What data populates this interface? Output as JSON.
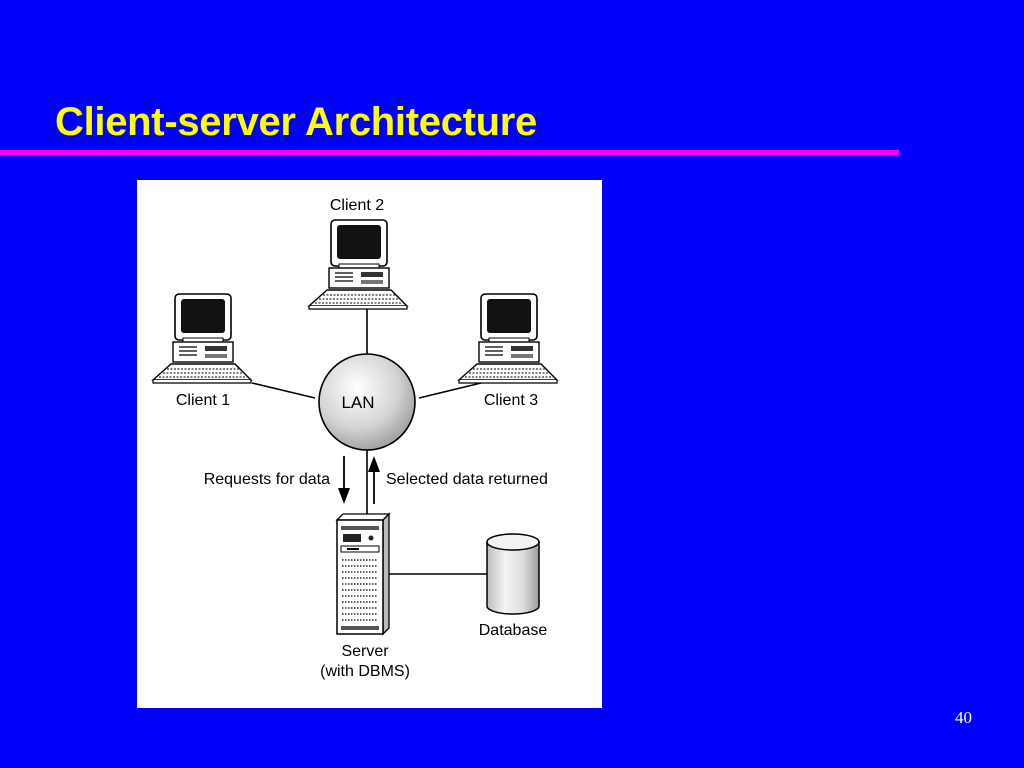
{
  "slide": {
    "title": "Client-server Architecture",
    "page_number": "40"
  },
  "diagram": {
    "clients": [
      {
        "label": "Client 1"
      },
      {
        "label": "Client 2"
      },
      {
        "label": "Client 3"
      }
    ],
    "network": {
      "label": "LAN"
    },
    "flows": {
      "request": "Requests for data",
      "response": "Selected data returned"
    },
    "server": {
      "label_line1": "Server",
      "label_line2": "(with DBMS)"
    },
    "database": {
      "label": "Database"
    }
  },
  "icons": [
    "computer-icon",
    "server-tower-icon",
    "database-cylinder-icon",
    "lan-hub-icon"
  ]
}
